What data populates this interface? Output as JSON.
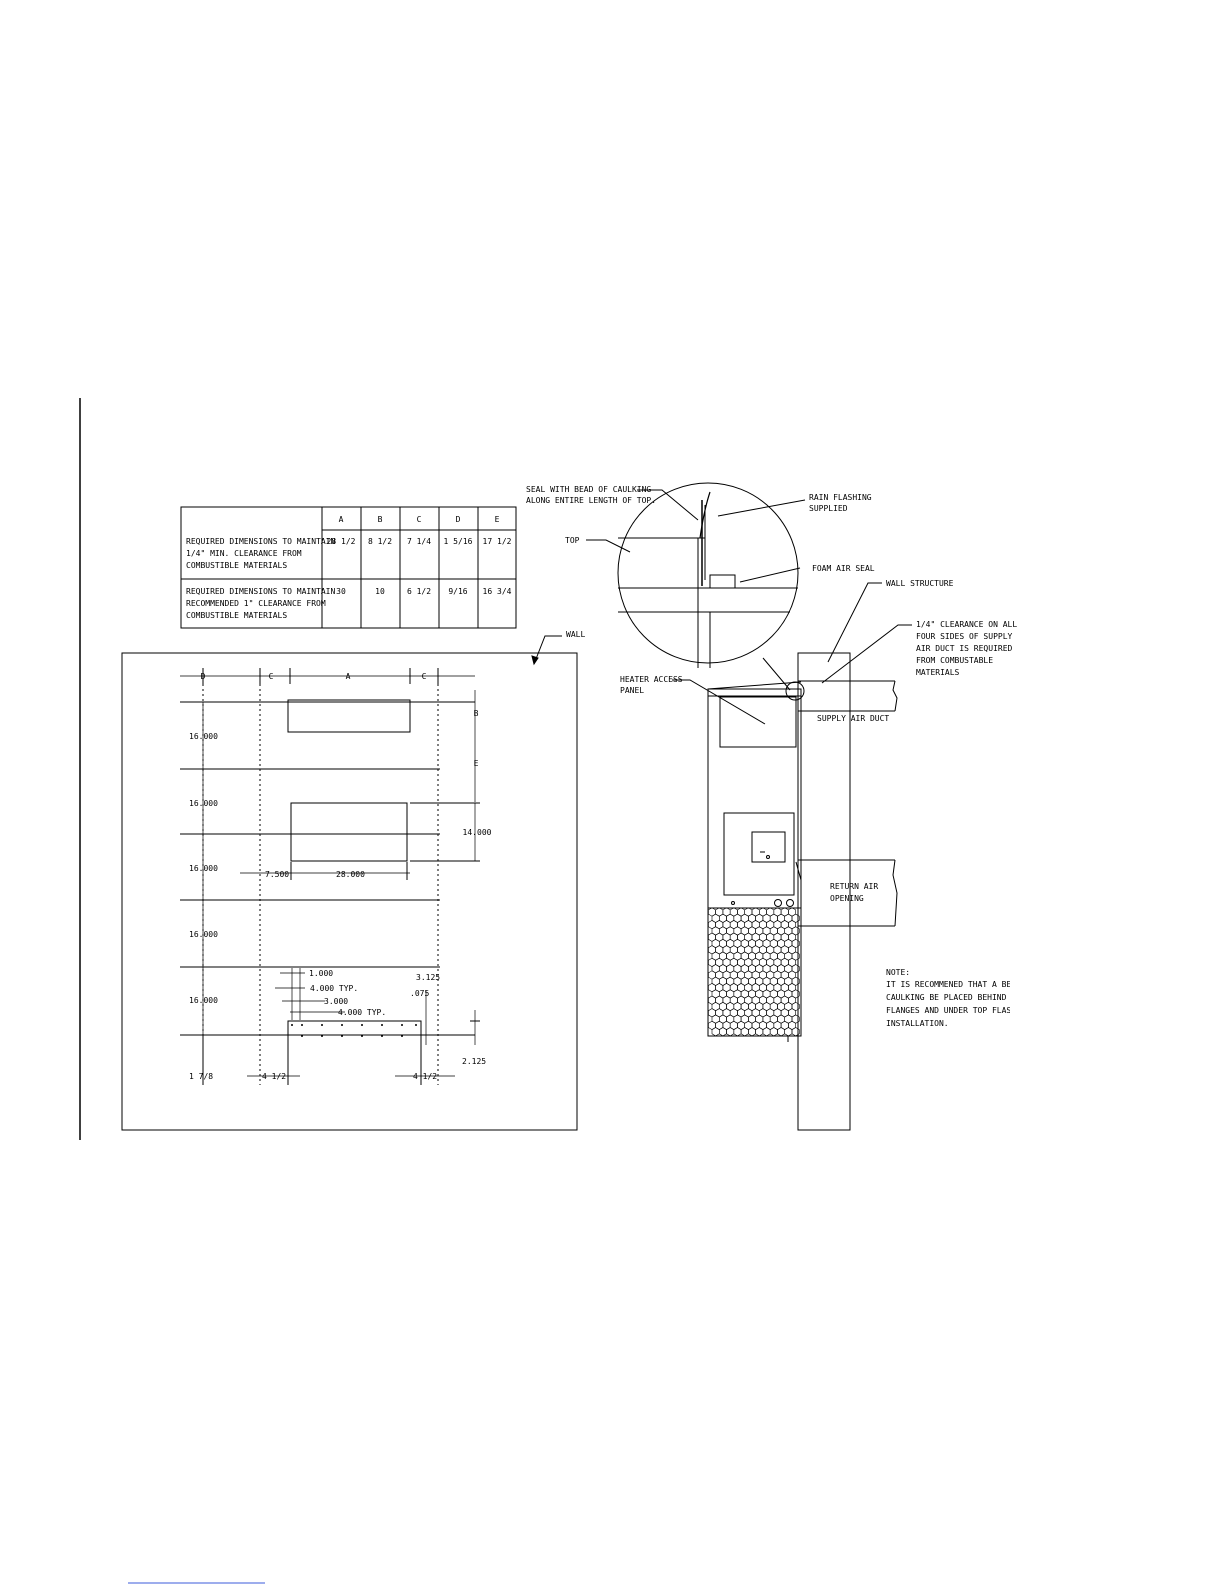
{
  "table": {
    "headers": [
      "A",
      "B",
      "C",
      "D",
      "E"
    ],
    "rows": [
      {
        "label_lines": [
          "REQUIRED DIMENSIONS TO MAINTAIN",
          "1/4\" MIN. CLEARANCE FROM",
          "COMBUSTIBLE MATERIALS"
        ],
        "values": [
          "28 1/2",
          "8 1/2",
          "7 1/4",
          "1 5/16",
          "17 1/2"
        ]
      },
      {
        "label_lines": [
          "REQUIRED DIMENSIONS TO MAINTAIN",
          "RECOMMENDED 1\" CLEARANCE FROM",
          "COMBUSTIBLE MATERIALS"
        ],
        "values": [
          "30",
          "10",
          "6 1/2",
          "9/16",
          "16 3/4"
        ]
      }
    ]
  },
  "wall_view": {
    "wall_label": "WALL",
    "top_labels": {
      "d": "D",
      "c_left": "C",
      "a": "A",
      "c_right": "C"
    },
    "right_labels": {
      "b": "B",
      "e": "E",
      "height": "14.000"
    },
    "left_dims": [
      "16.000",
      "16.000",
      "16.000",
      "16.000",
      "16.000",
      "1 7/8"
    ],
    "mid_dims": {
      "offset": "7.500",
      "width": "28.000"
    },
    "detail_dims": {
      "d1": "1.000",
      "d2": "4.000 TYP.",
      "d3": "3.000",
      "d4": "4.000 TYP.",
      "d5": "3.125",
      "d6": ".075",
      "d7": "2.125"
    },
    "bottom_dims": {
      "left": "4 1/2",
      "right": "4 1/2"
    }
  },
  "section_view": {
    "callouts": {
      "seal": [
        "SEAL WITH BEAD OF CAULKING",
        "ALONG ENTIRE LENGTH OF TOP."
      ],
      "rain": [
        "RAIN FLASHING",
        "SUPPLIED"
      ],
      "top": "TOP",
      "foam": "FOAM AIR SEAL",
      "wall_structure": "WALL STRUCTURE",
      "clearance": [
        "1/4\" CLEARANCE ON ALL",
        "FOUR SIDES OF SUPPLY",
        "AIR DUCT IS REQUIRED",
        "FROM COMBUSTABLE",
        "MATERIALS"
      ],
      "heater": [
        "HEATER ACCESS",
        "PANEL"
      ],
      "supply": "SUPPLY AIR DUCT",
      "return": [
        "RETURN AIR",
        "OPENING"
      ]
    },
    "note": [
      "NOTE:",
      "IT IS RECOMMENED THAT A BEAD OF",
      "CAULKING BE PLACED BEHIND THE S",
      "FLANGES AND UNDER TOP FLASHING",
      "INSTALLATION."
    ]
  }
}
